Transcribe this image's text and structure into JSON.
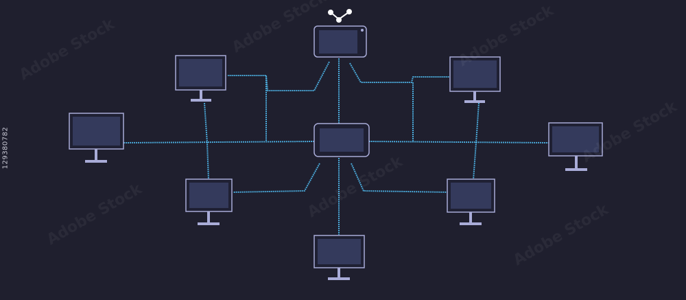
{
  "colors": {
    "background": "#1f1f2e",
    "link": "#4aa8d8",
    "device_frame": "#a9acd8",
    "device_screen": "#343a5c",
    "hub_nodes": "#ffffff"
  },
  "stock_id": "129380782",
  "watermark": "Adobe Stock",
  "icons": [
    "tv-icon",
    "monitor-icon",
    "share-icon"
  ],
  "devices": [
    {
      "id": "tv-top",
      "kind": "tv"
    },
    {
      "id": "hub-center",
      "kind": "screen"
    },
    {
      "id": "monitor-upper-left",
      "kind": "monitor"
    },
    {
      "id": "monitor-far-left",
      "kind": "monitor"
    },
    {
      "id": "monitor-lower-left",
      "kind": "monitor"
    },
    {
      "id": "monitor-bottom",
      "kind": "monitor"
    },
    {
      "id": "monitor-lower-right",
      "kind": "monitor"
    },
    {
      "id": "monitor-far-right",
      "kind": "monitor"
    },
    {
      "id": "monitor-upper-right",
      "kind": "monitor"
    }
  ]
}
